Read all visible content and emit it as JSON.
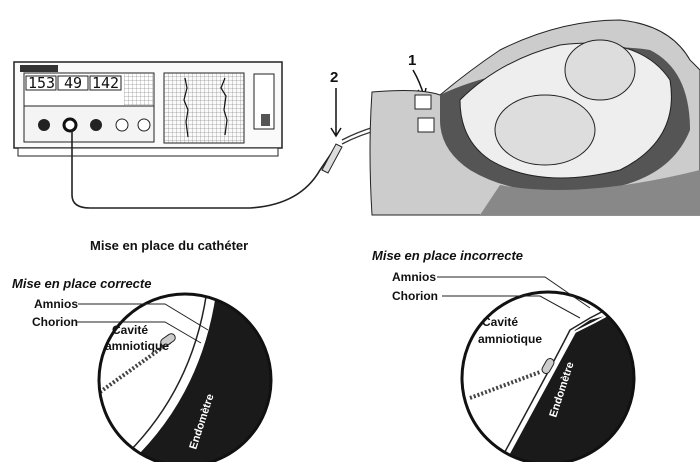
{
  "title": "Mise en place du cathéter",
  "callouts": {
    "one": "1",
    "two": "2"
  },
  "monitor": {
    "readouts": [
      "153",
      "49",
      "142"
    ]
  },
  "correct": {
    "title": "Mise en place correcte",
    "amnios": "Amnios",
    "chorion": "Chorion",
    "cavity_line1": "Cavité",
    "cavity_line2": "amniotique",
    "endometrium": "Endomètre"
  },
  "incorrect": {
    "title": "Mise en place incorrecte",
    "amnios": "Amnios",
    "chorion": "Chorion",
    "cavity_line1": "Cavité",
    "cavity_line2": "amniotique",
    "endometrium": "Endomètre"
  }
}
